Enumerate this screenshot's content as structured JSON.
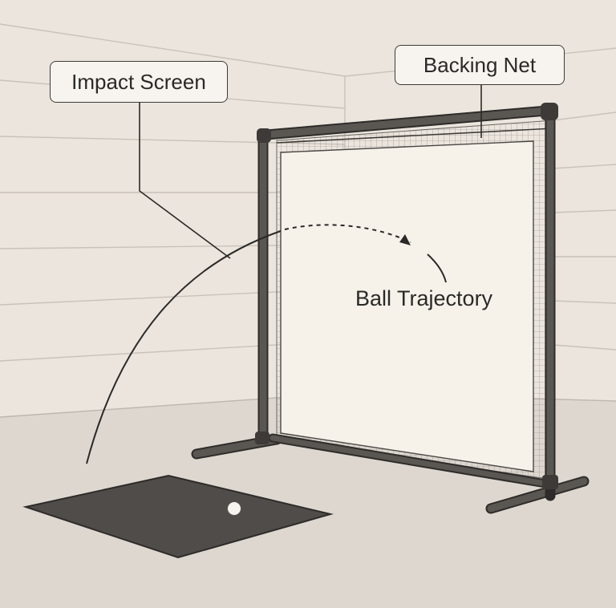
{
  "labels": {
    "impact_screen": "Impact Screen",
    "backing_net": "Backing Net",
    "ball_trajectory": "Ball Trajectory"
  },
  "colors": {
    "wall": "#ebe5dd",
    "floor": "#ddd7cf",
    "frame": "#4a4744",
    "screen": "#f6f2ea",
    "mat": "#4f4c49",
    "ink": "#2b2927"
  }
}
